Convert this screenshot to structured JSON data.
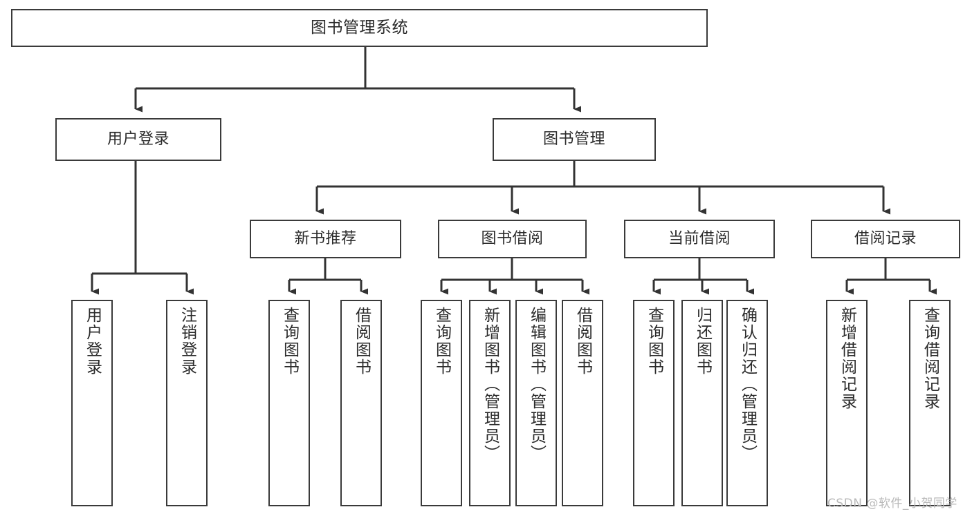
{
  "diagram": {
    "title": "图书管理系统",
    "type": "tree-hierarchy",
    "edge_color": "#333333",
    "node_border_color": "#3a3a3a",
    "node_fill_color": "#ffffff",
    "text_color": "#2b2b2b",
    "watermark": "CSDN @软件_小贺同学"
  },
  "root": {
    "label": "图书管理系统"
  },
  "level1": [
    {
      "label": "用户登录"
    },
    {
      "label": "图书管理"
    }
  ],
  "level2": [
    {
      "label": "新书推荐"
    },
    {
      "label": "图书借阅"
    },
    {
      "label": "当前借阅"
    },
    {
      "label": "借阅记录"
    }
  ],
  "leaves": {
    "user_login": [
      {
        "label": "用户登录"
      },
      {
        "label": "注销登录"
      }
    ],
    "new_book_recommend": [
      {
        "label": "查询图书"
      },
      {
        "label": "借阅图书"
      }
    ],
    "book_borrow": [
      {
        "label": "查询图书"
      },
      {
        "label": "新增图书（管理员）"
      },
      {
        "label": "编辑图书（管理员）"
      },
      {
        "label": "借阅图书"
      }
    ],
    "current_borrow": [
      {
        "label": "查询图书"
      },
      {
        "label": "归还图书"
      },
      {
        "label": "确认归还（管理员）"
      }
    ],
    "borrow_record": [
      {
        "label": "新增借阅记录"
      },
      {
        "label": "查询借阅记录"
      }
    ]
  }
}
